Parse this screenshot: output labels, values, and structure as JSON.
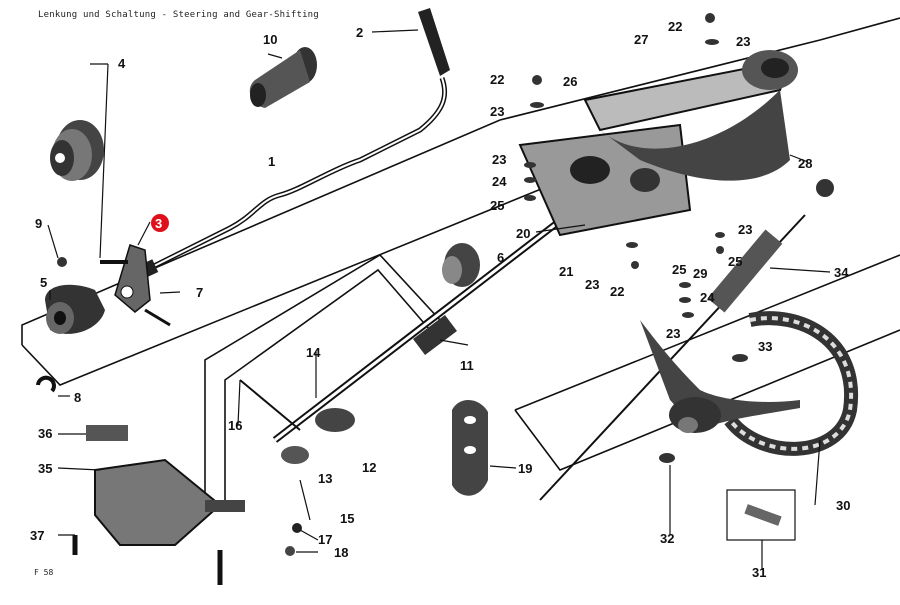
{
  "title": "Lenkung und Schaltung - Steering and Gear-Shifting",
  "figure_code": "F 58",
  "highlight_color": "#e0101a",
  "highlighted_callout": "3",
  "callouts": {
    "c1": "1",
    "c2": "2",
    "c3": "3",
    "c4": "4",
    "c5": "5",
    "c6": "6",
    "c7": "7",
    "c8": "8",
    "c9": "9",
    "c10": "10",
    "c11": "11",
    "c12": "12",
    "c13": "13",
    "c14": "14",
    "c15": "15",
    "c16": "16",
    "c17": "17",
    "c18": "18",
    "c19": "19",
    "c20": "20",
    "c21": "21",
    "c22a": "22",
    "c22b": "22",
    "c22c": "22",
    "c23a": "23",
    "c23b": "23",
    "c23c": "23",
    "c23d": "23",
    "c23e": "23",
    "c23f": "23",
    "c24a": "24",
    "c24b": "24",
    "c25a": "25",
    "c25b": "25",
    "c25c": "25",
    "c26": "26",
    "c27": "27",
    "c28": "28",
    "c29": "29",
    "c30": "30",
    "c31": "31",
    "c32": "32",
    "c33": "33",
    "c34": "34",
    "c35": "35",
    "c36": "36",
    "c37": "37"
  }
}
